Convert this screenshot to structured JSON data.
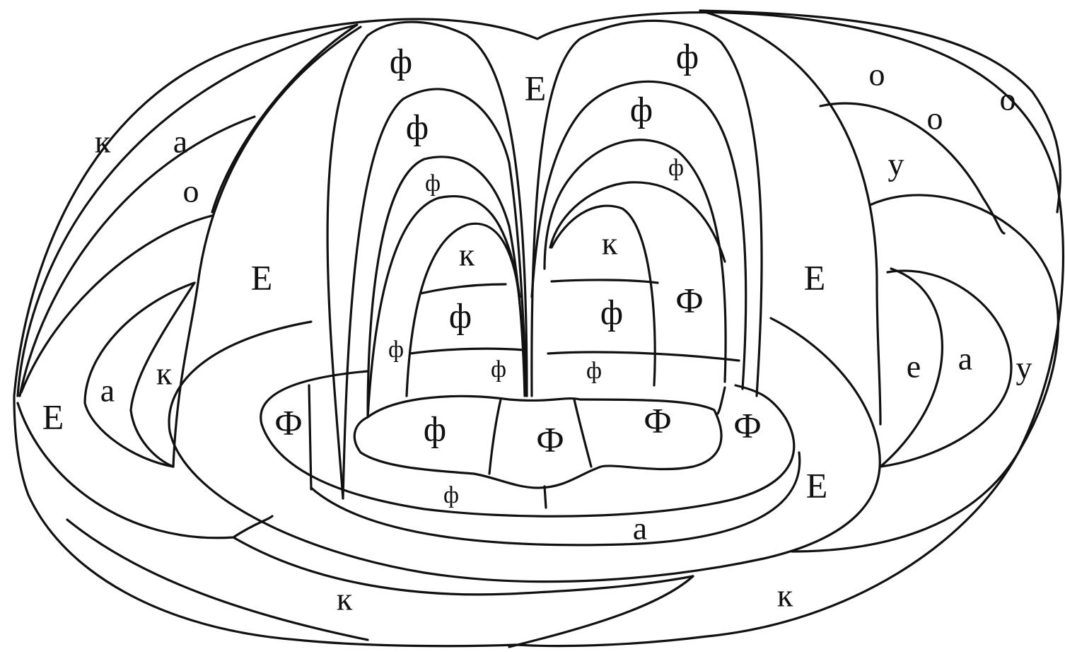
{
  "diagram": {
    "line_color": "#111111",
    "background": "#ffffff",
    "labels": {
      "kappa_upper_left": "к",
      "a_upper_left": "а",
      "o_upper_left": "о",
      "E_left_outer": "Е",
      "a_left_inner": "а",
      "kappa_left_inner": "к",
      "E_left": "Е",
      "phi_left_top": "ф",
      "phi_left_2": "ф",
      "phi_left_3": "ф",
      "kappa_left_arch": "к",
      "phi_left_arch": "ф",
      "phi_left_small_side": "ф",
      "phi_left_small_bottom": "ф",
      "E_top_center": "Е",
      "phi_right_top": "ф",
      "phi_right_2": "ф",
      "phi_right_3": "ф",
      "kappa_right_arch": "к",
      "phi_right_arch": "ф",
      "Phi_right_arch": "Ф",
      "phi_right_small_bottom": "ф",
      "E_right": "Е",
      "o_right_1": "о",
      "o_right_2": "о",
      "o_right_3": "о",
      "u_right_upper": "у",
      "e_right": "е",
      "a_right": "а",
      "u_right": "у",
      "Phi_ring_left": "Ф",
      "phi_core_left": "ф",
      "Phi_core_center": "Ф",
      "Phi_core_right": "Ф",
      "Phi_ring_right": "Ф",
      "phi_ring_bottom": "ф",
      "E_lower_right": "Е",
      "a_bottom": "а",
      "kappa_bottom_left": "к",
      "kappa_bottom_right": "к"
    }
  }
}
